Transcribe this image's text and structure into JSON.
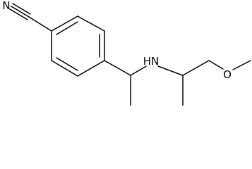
{
  "molecule": {
    "atoms": {
      "nitrogen_nitrile": "N",
      "nitrogen_amine": "HN",
      "oxygen_ether": "O"
    },
    "colors": {
      "bond": "#000000",
      "label": "#000000",
      "background": "#ffffff"
    }
  }
}
